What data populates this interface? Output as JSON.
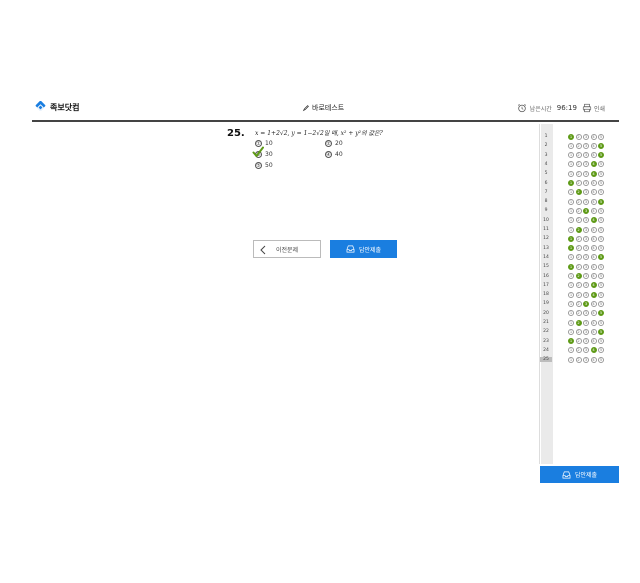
{
  "header": {
    "logo_text": "족보닷컴",
    "title": "바로테스트",
    "timer_label": "남은시간",
    "timer_value": "96:19",
    "print_label": "인쇄"
  },
  "question": {
    "number": "25.",
    "text": "x = 1+2√2,  y = 1−2√2일 때,  x² + y²의 값은?",
    "choices": [
      {
        "mark": "①",
        "label": "10"
      },
      {
        "mark": "②",
        "label": "20"
      },
      {
        "mark": "③",
        "label": "30"
      },
      {
        "mark": "④",
        "label": "40"
      },
      {
        "mark": "⑤",
        "label": "50"
      }
    ],
    "checked_choice": 3
  },
  "buttons": {
    "prev_label": "이전문제",
    "submit_label": "답안제출",
    "side_submit_label": "답안제출"
  },
  "answer_sheet": {
    "bubble_marks": [
      "1",
      "2",
      "3",
      "4",
      "5"
    ],
    "current": 25,
    "rows": [
      {
        "n": "1",
        "selected": 1
      },
      {
        "n": "2",
        "selected": 5
      },
      {
        "n": "3",
        "selected": 5
      },
      {
        "n": "4",
        "selected": 4
      },
      {
        "n": "5",
        "selected": 4
      },
      {
        "n": "6",
        "selected": 1
      },
      {
        "n": "7",
        "selected": 2
      },
      {
        "n": "8",
        "selected": 5
      },
      {
        "n": "9",
        "selected": 3
      },
      {
        "n": "10",
        "selected": 4
      },
      {
        "n": "11",
        "selected": 2
      },
      {
        "n": "12",
        "selected": 1
      },
      {
        "n": "13",
        "selected": 1
      },
      {
        "n": "14",
        "selected": 5
      },
      {
        "n": "15",
        "selected": 1
      },
      {
        "n": "16",
        "selected": 2
      },
      {
        "n": "17",
        "selected": 4
      },
      {
        "n": "18",
        "selected": 4
      },
      {
        "n": "19",
        "selected": 3
      },
      {
        "n": "20",
        "selected": 5
      },
      {
        "n": "21",
        "selected": 2
      },
      {
        "n": "22",
        "selected": 5
      },
      {
        "n": "23",
        "selected": 1
      },
      {
        "n": "24",
        "selected": 4
      },
      {
        "n": "25",
        "selected": 0
      }
    ]
  },
  "colors": {
    "accent": "#1a7ee0",
    "selected_bubble": "#5e9a17",
    "header_rule": "#444444"
  }
}
